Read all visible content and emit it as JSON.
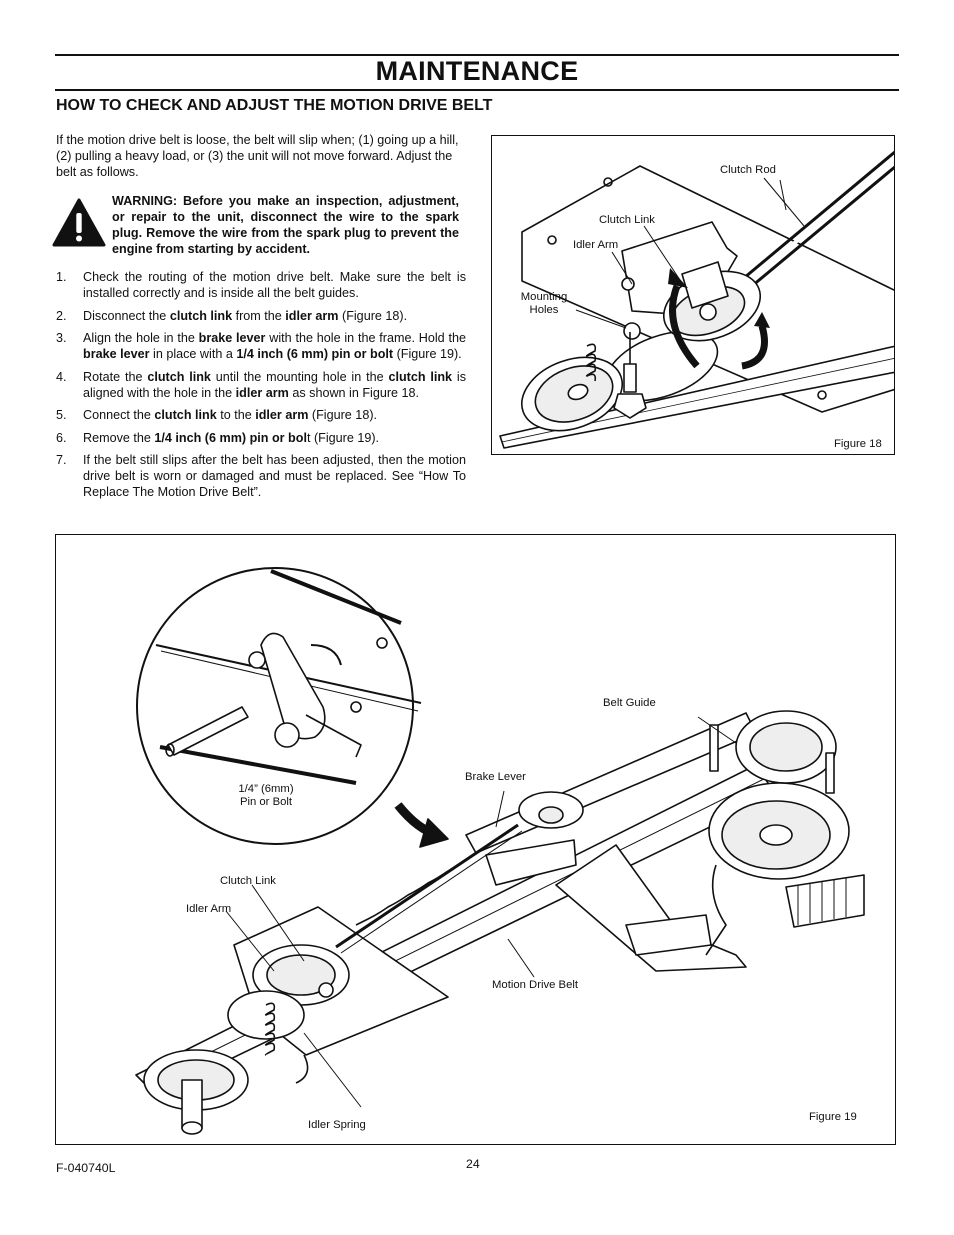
{
  "header": {
    "title": "MAINTENANCE",
    "section_title": "HOW TO CHECK AND ADJUST THE MOTION DRIVE BELT"
  },
  "intro": "If the motion drive belt is loose, the belt will slip when; (1) going up a hill, (2) pulling a heavy load, or (3) the unit will not move forward. Adjust the belt as follows.",
  "warning": {
    "icon": "warning-triangle-icon",
    "text": "WARNING: Before you make an inspection, adjustment, or repair to the unit, disconnect the wire to the spark plug. Remove the wire from the spark plug to prevent the engine from starting by accident."
  },
  "steps": [
    {
      "num": "1.",
      "parts": [
        {
          "t": "Check the routing of the motion drive belt. Make sure the belt is installed correctly and is inside all the belt guides."
        }
      ]
    },
    {
      "num": "2.",
      "parts": [
        {
          "t": "Disconnect the "
        },
        {
          "t": "clutch link",
          "b": true
        },
        {
          "t": " from the "
        },
        {
          "t": "idler arm",
          "b": true
        },
        {
          "t": " (Figure 18)."
        }
      ]
    },
    {
      "num": "3.",
      "parts": [
        {
          "t": "Align the hole in the "
        },
        {
          "t": "brake lever",
          "b": true
        },
        {
          "t": " with the hole in the frame. Hold the "
        },
        {
          "t": "brake lever",
          "b": true
        },
        {
          "t": " in place with a "
        },
        {
          "t": "1/4 inch (6 mm) pin or bolt",
          "b": true
        },
        {
          "t": " (Figure 19)."
        }
      ]
    },
    {
      "num": "4.",
      "parts": [
        {
          "t": "Rotate the "
        },
        {
          "t": "clutch link",
          "b": true
        },
        {
          "t": " until the mounting hole in the "
        },
        {
          "t": "clutch link",
          "b": true
        },
        {
          "t": " is aligned with the hole in the "
        },
        {
          "t": "idler arm",
          "b": true
        },
        {
          "t": " as shown in Figure 18."
        }
      ]
    },
    {
      "num": "5.",
      "parts": [
        {
          "t": "Connect the "
        },
        {
          "t": "clutch link",
          "b": true
        },
        {
          "t": " to the "
        },
        {
          "t": "idler arm",
          "b": true
        },
        {
          "t": " (Figure 18)."
        }
      ]
    },
    {
      "num": "6.",
      "parts": [
        {
          "t": "Remove the "
        },
        {
          "t": "1/4 inch (6 mm) pin or bol",
          "b": true
        },
        {
          "t": "t (Figure 19)."
        }
      ]
    },
    {
      "num": "7.",
      "parts": [
        {
          "t": "If the belt still slips after the belt has been adjusted, then the motion drive belt is worn or damaged and must be replaced. See “How To Replace The Motion Drive Belt”."
        }
      ]
    }
  ],
  "figure18": {
    "caption": "Figure 18",
    "labels": {
      "clutch_rod": "Clutch Rod",
      "clutch_link": "Clutch Link",
      "idler_arm": "Idler Arm",
      "mounting_holes_1": "Mounting",
      "mounting_holes_2": "Holes"
    }
  },
  "figure19": {
    "caption": "Figure 19",
    "labels": {
      "pin_1": "1/4” (6mm)",
      "pin_2": "Pin or Bolt",
      "belt_guide": "Belt Guide",
      "brake_lever": "Brake Lever",
      "clutch_link": "Clutch Link",
      "idler_arm": "Idler Arm",
      "motion_drive_belt": "Motion Drive Belt",
      "idler_spring": "Idler Spring"
    }
  },
  "footer": {
    "code": "F-040740L",
    "page_number": "24"
  }
}
